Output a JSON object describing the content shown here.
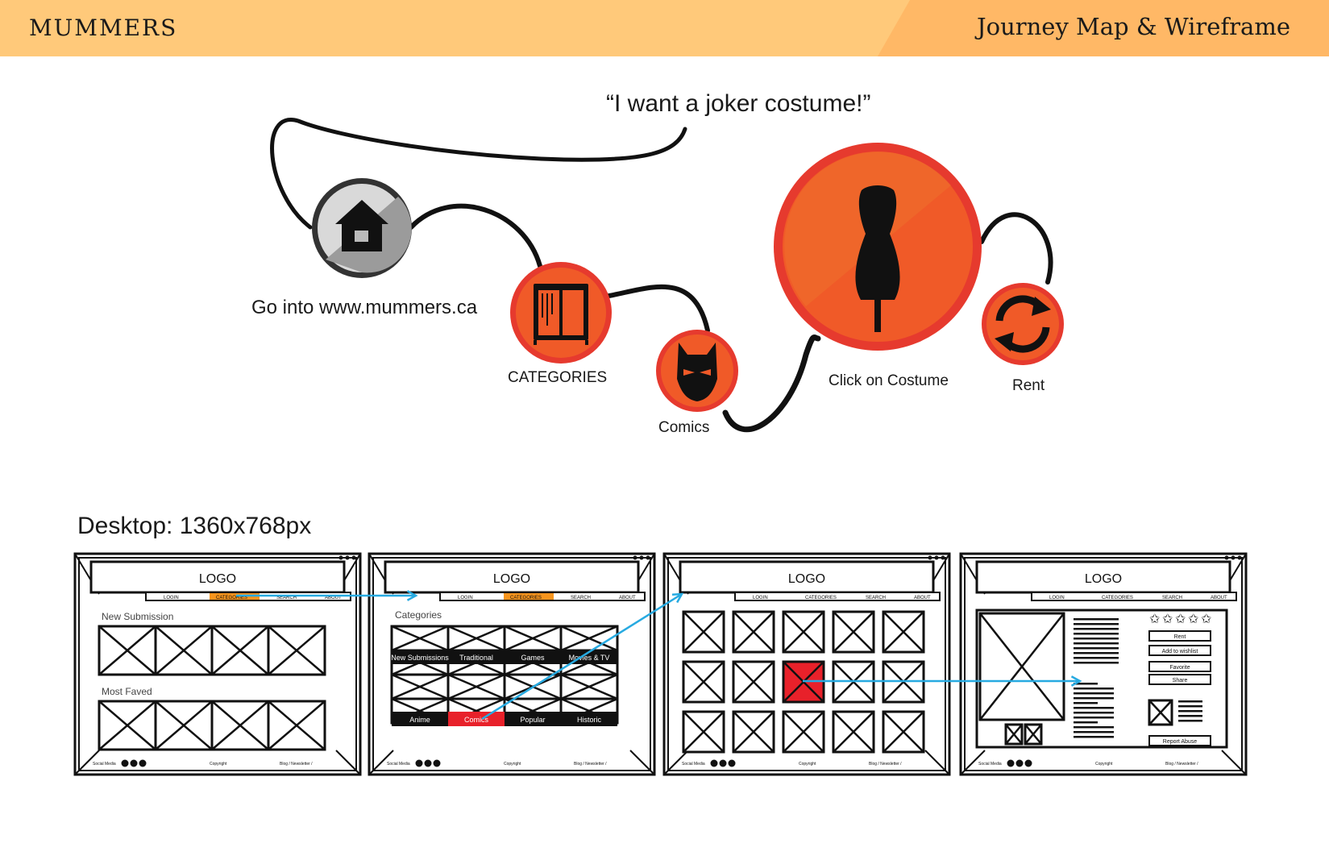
{
  "header": {
    "brand": "MUMMERS",
    "title": "Journey Map & Wireframe",
    "bg_color": "#ffc97a",
    "accent_color": "#ffb866"
  },
  "journey": {
    "quote": "“I want a joker costume!”",
    "steps": [
      {
        "label": "Go into www.mummers.ca",
        "icon": "home-icon"
      },
      {
        "label": "CATEGORIES",
        "icon": "wardrobe-icon"
      },
      {
        "label": "Comics",
        "icon": "batman-mask-icon"
      },
      {
        "label": "Click on Costume",
        "icon": "dress-form-icon"
      },
      {
        "label": "Rent",
        "icon": "refresh-arrows-icon"
      }
    ],
    "step_color": "#f05a28",
    "ring_color": "#e63a2e",
    "home_color": "#c8c8c8"
  },
  "wireframes": {
    "section_label": "Desktop: 1360x768px",
    "logo": "LOGO",
    "nav": [
      "LOGIN",
      "CATEGORIES",
      "SEARCH",
      "ABOUT"
    ],
    "footer": {
      "left": "Social Media",
      "center": "Copyright",
      "right": "Blog / Newsletter / "
    },
    "screen1": {
      "section1": "New Submission",
      "section2": "Most Faved"
    },
    "screen2": {
      "title": "Categories",
      "row1": [
        "New Submissions",
        "Traditional",
        "Games",
        "Movies & TV"
      ],
      "row2": [
        "Anime",
        "Comics",
        "Popular",
        "Historic"
      ]
    },
    "screen4": {
      "buttons": [
        "Rent",
        "Add to wishlist",
        "Favorite",
        "Share",
        "Report Abuse"
      ]
    },
    "highlight_color": "#e8212a",
    "nav_highlight": "#f7941d",
    "arrow_color": "#27aae1"
  }
}
